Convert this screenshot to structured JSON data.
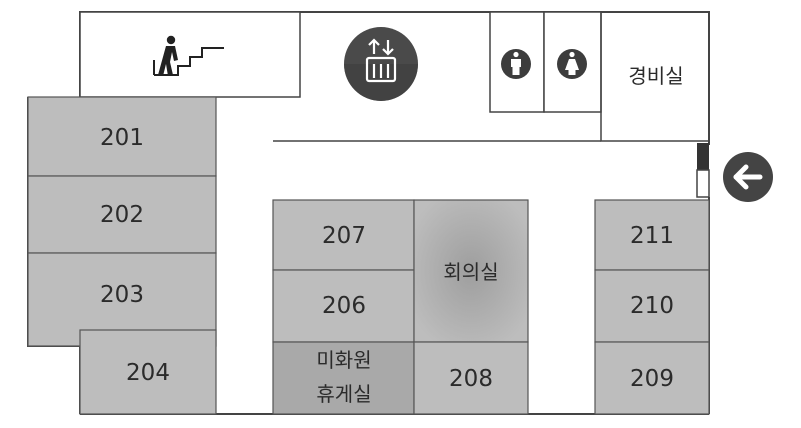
{
  "rooms": {
    "r201": "201",
    "r202": "202",
    "r203": "203",
    "r204": "204",
    "r206": "206",
    "r207": "207",
    "r208": "208",
    "r209": "209",
    "r210": "210",
    "r211": "211",
    "meeting": "회의실",
    "lounge_line1": "미화원",
    "lounge_line2": "휴게실",
    "security": "경비실"
  },
  "icons": {
    "stairs": "stairs-icon",
    "elevator": "elevator-icon",
    "restroom_men": "restroom-men-icon",
    "restroom_women": "restroom-women-icon",
    "entrance": "arrow-left-icon"
  },
  "colors": {
    "room_fill": "#bdbdbd",
    "lounge_fill": "#a9a9a9",
    "wall": "#444444",
    "icon_dark": "#4a4a4a"
  }
}
